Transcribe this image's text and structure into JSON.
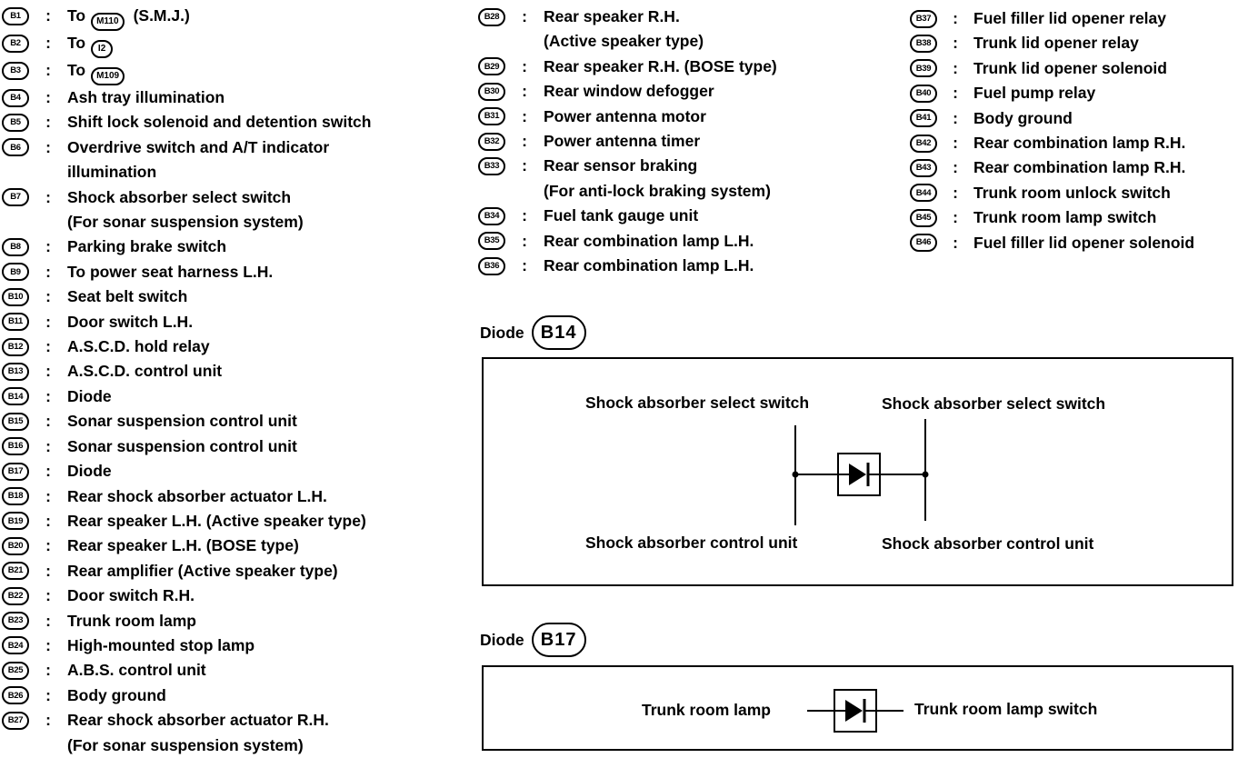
{
  "left_column": [
    {
      "code": "B1",
      "lines": [
        "To",
        "(S.M.J.)"
      ],
      "ref": "M110"
    },
    {
      "code": "B2",
      "lines": [
        "To"
      ],
      "ref": "I2"
    },
    {
      "code": "B3",
      "lines": [
        "To"
      ],
      "ref": "M109"
    },
    {
      "code": "B4",
      "lines": [
        "Ash tray illumination"
      ]
    },
    {
      "code": "B5",
      "lines": [
        "Shift lock solenoid and  detention switch"
      ]
    },
    {
      "code": "B6",
      "lines": [
        "Overdrive switch and A/T indicator",
        "illumination"
      ]
    },
    {
      "code": "B7",
      "lines": [
        "Shock absorber select switch",
        "(For sonar suspension system)"
      ]
    },
    {
      "code": "B8",
      "lines": [
        "Parking brake switch"
      ]
    },
    {
      "code": "B9",
      "lines": [
        "To power seat harness L.H."
      ]
    },
    {
      "code": "B10",
      "lines": [
        "Seat belt switch"
      ]
    },
    {
      "code": "B11",
      "lines": [
        "Door switch L.H."
      ]
    },
    {
      "code": "B12",
      "lines": [
        "A.S.C.D. hold relay"
      ]
    },
    {
      "code": "B13",
      "lines": [
        "A.S.C.D. control unit"
      ]
    },
    {
      "code": "B14",
      "lines": [
        "Diode"
      ]
    },
    {
      "code": "B15",
      "lines": [
        "Sonar suspension control unit"
      ]
    },
    {
      "code": "B16",
      "lines": [
        "Sonar suspension control unit"
      ]
    },
    {
      "code": "B17",
      "lines": [
        "Diode"
      ]
    },
    {
      "code": "B18",
      "lines": [
        "Rear shock absorber actuator L.H."
      ]
    },
    {
      "code": "B19",
      "lines": [
        "Rear speaker L.H. (Active speaker type)"
      ]
    },
    {
      "code": "B20",
      "lines": [
        "Rear speaker L.H. (BOSE type)"
      ]
    },
    {
      "code": "B21",
      "lines": [
        "Rear amplifier (Active speaker type)"
      ]
    },
    {
      "code": "B22",
      "lines": [
        "Door switch R.H."
      ]
    },
    {
      "code": "B23",
      "lines": [
        "Trunk room lamp"
      ]
    },
    {
      "code": "B24",
      "lines": [
        "High-mounted stop lamp"
      ]
    },
    {
      "code": "B25",
      "lines": [
        "A.B.S. control unit"
      ]
    },
    {
      "code": "B26",
      "lines": [
        "Body ground"
      ]
    },
    {
      "code": "B27",
      "lines": [
        "Rear shock absorber actuator R.H.",
        "(For sonar suspension system)"
      ]
    }
  ],
  "middle_column": [
    {
      "code": "B28",
      "lines": [
        "Rear speaker R.H.",
        "(Active speaker type)"
      ]
    },
    {
      "code": "B29",
      "lines": [
        "Rear speaker R.H. (BOSE type)"
      ]
    },
    {
      "code": "B30",
      "lines": [
        "Rear window defogger"
      ]
    },
    {
      "code": "B31",
      "lines": [
        "Power antenna motor"
      ]
    },
    {
      "code": "B32",
      "lines": [
        "Power antenna timer"
      ]
    },
    {
      "code": "B33",
      "lines": [
        "Rear sensor braking",
        "(For anti-lock braking system)"
      ]
    },
    {
      "code": "B34",
      "lines": [
        "Fuel tank gauge unit"
      ]
    },
    {
      "code": "B35",
      "lines": [
        "Rear combination lamp L.H."
      ]
    },
    {
      "code": "B36",
      "lines": [
        "Rear combination lamp L.H."
      ]
    }
  ],
  "right_column": [
    {
      "code": "B37",
      "lines": [
        "Fuel filler lid opener relay"
      ]
    },
    {
      "code": "B38",
      "lines": [
        "Trunk lid opener relay"
      ]
    },
    {
      "code": "B39",
      "lines": [
        "Trunk lid opener solenoid"
      ]
    },
    {
      "code": "B40",
      "lines": [
        "Fuel pump relay"
      ]
    },
    {
      "code": "B41",
      "lines": [
        "Body ground"
      ]
    },
    {
      "code": "B42",
      "lines": [
        "Rear combination lamp R.H."
      ]
    },
    {
      "code": "B43",
      "lines": [
        "Rear combination lamp R.H."
      ]
    },
    {
      "code": "B44",
      "lines": [
        "Trunk room unlock switch"
      ]
    },
    {
      "code": "B45",
      "lines": [
        "Trunk room lamp switch"
      ]
    },
    {
      "code": "B46",
      "lines": [
        "Fuel filler lid opener solenoid"
      ]
    }
  ],
  "separator": ":",
  "diode_b14": {
    "title": "Diode",
    "code": "B14",
    "top_left": "Shock absorber select switch",
    "top_right": "Shock absorber select switch",
    "bottom_left": "Shock absorber control unit",
    "bottom_right": "Shock absorber control unit"
  },
  "diode_b17": {
    "title": "Diode",
    "code": "B17",
    "left": "Trunk room lamp",
    "right": "Trunk room lamp switch"
  }
}
